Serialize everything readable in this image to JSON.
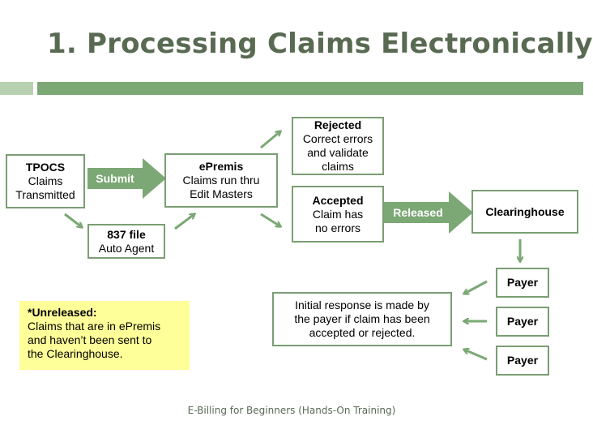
{
  "title": "1. Processing Claims Electronically",
  "colors": {
    "title": "#596a52",
    "band_light": "#b7d0b0",
    "band_dark": "#7ba874",
    "box_border": "#7a9e73",
    "arrow": "#7ba874",
    "note_bg": "#ffff99"
  },
  "nodes": {
    "tpocs": {
      "head": "TPOCS",
      "line1": "Claims",
      "line2": "Transmitted"
    },
    "file837": {
      "head": "837 file",
      "line1": "Auto Agent"
    },
    "epremis": {
      "head": "ePremis",
      "line1": "Claims run thru",
      "line2": "Edit Masters"
    },
    "rejected": {
      "head": "Rejected",
      "line1": "Correct errors",
      "line2": "and validate",
      "line3": "claims"
    },
    "accepted": {
      "head": "Accepted",
      "line1": "Claim has",
      "line2": "no errors"
    },
    "clearinghouse": {
      "head": "Clearinghouse"
    },
    "payer1": {
      "head": "Payer"
    },
    "payer2": {
      "head": "Payer"
    },
    "payer3": {
      "head": "Payer"
    },
    "response": {
      "line1": "Initial response is made by",
      "line2": "the payer if claim has been",
      "line3": "accepted or rejected."
    }
  },
  "arrows": {
    "submit": "Submit",
    "released": "Released"
  },
  "note": {
    "head": "*Unreleased:",
    "line1": "Claims that are in ePremis",
    "line2": "and haven’t been sent to",
    "line3": "the Clearinghouse."
  },
  "footer": "E-Billing for Beginners (Hands-On Training)"
}
